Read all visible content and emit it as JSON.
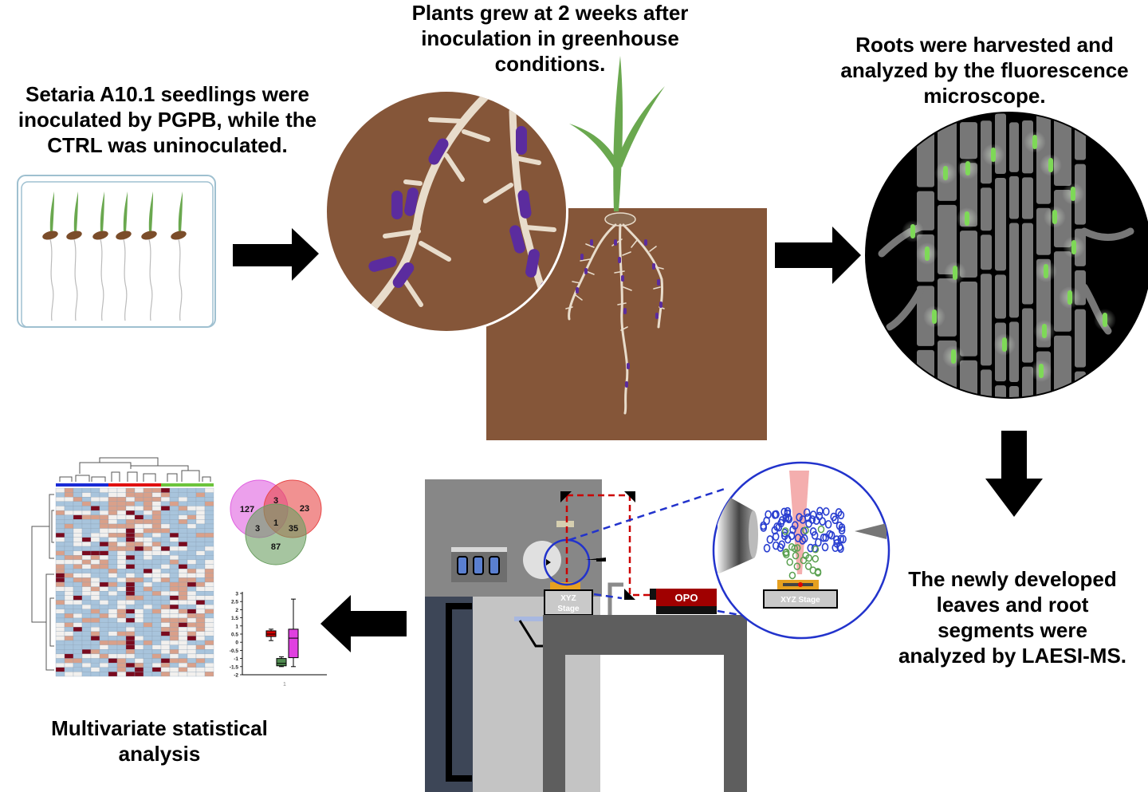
{
  "steps": {
    "step1": {
      "lines": [
        "Setaria A10.1 seedlings were",
        "inoculated by PGPB, while the",
        "CTRL was uninoculated."
      ]
    },
    "step2": {
      "lines": [
        "Plants grew at 2 weeks after",
        "inoculation in greenhouse",
        "conditions."
      ]
    },
    "step3": {
      "lines": [
        "Roots were harvested and",
        "analyzed by the fluorescence",
        "microscope."
      ]
    },
    "step4": {
      "lines": [
        "The newly developed",
        "leaves and root",
        "segments were",
        "analyzed by LAESI-MS."
      ]
    },
    "step5": {
      "lines": [
        "Multivariate statistical",
        "analysis"
      ]
    }
  },
  "instrument": {
    "stage_label_line1": "XYZ",
    "stage_label_line2": "Stage",
    "inset_stage_label": "XYZ Stage",
    "laser_label": "OPO"
  },
  "colors": {
    "soil": "#855639",
    "root": "#e8dccb",
    "bacteria_purple": "#5b2c9e",
    "leaf_green": "#6aa84f",
    "fluorescent_green": "#7ed957",
    "laser_red": "#cc0000",
    "dashed_blue": "#2233cc",
    "opo_red": "#a00000"
  },
  "seedlings": {
    "count": 6
  },
  "chart_data": [
    {
      "type": "heatmap",
      "title": "",
      "groups": [
        {
          "name": "group-blue",
          "color": "#1a2bd6",
          "columns": 6
        },
        {
          "name": "group-red",
          "color": "#e01010",
          "columns": 6
        },
        {
          "name": "group-green",
          "color": "#6cc43c",
          "columns": 6
        }
      ],
      "rows": 42,
      "dendrogram": true,
      "color_scale": [
        "#a8c4dc",
        "#f2f0ee",
        "#d9a08a",
        "#7a0a1e"
      ]
    },
    {
      "type": "venn",
      "sets": [
        {
          "name": "set-magenta",
          "color": "#e060e0"
        },
        {
          "name": "set-red",
          "color": "#e84848"
        },
        {
          "name": "set-green",
          "color": "#6a9e60"
        }
      ],
      "regions": {
        "magenta_only": 127,
        "red_only": 23,
        "green_only": 87,
        "magenta_red": 3,
        "magenta_green": 3,
        "red_green": 35,
        "all_three": 1
      }
    },
    {
      "type": "boxplot",
      "title": "",
      "xlabel": "",
      "ylabel": "",
      "categories": [
        "1"
      ],
      "yticks": [
        "3",
        "2.5",
        "2",
        "1.5",
        "1",
        "0.5",
        "0",
        "-0.5",
        "-1",
        "-1.5",
        "-2"
      ],
      "ylim": [
        -2,
        3
      ],
      "series": [
        {
          "name": "red",
          "color": "#d40000",
          "min": 0.1,
          "q1": 0.35,
          "median": 0.5,
          "q3": 0.7,
          "max": 0.8
        },
        {
          "name": "green",
          "color": "#4f8a4f",
          "min": -1.5,
          "q1": -1.45,
          "median": -1.3,
          "q3": -1.0,
          "max": -0.9
        },
        {
          "name": "magenta",
          "color": "#e040e0",
          "min": -1.5,
          "q1": -0.95,
          "median": 0.25,
          "q3": 0.8,
          "max": 2.65
        }
      ]
    }
  ]
}
